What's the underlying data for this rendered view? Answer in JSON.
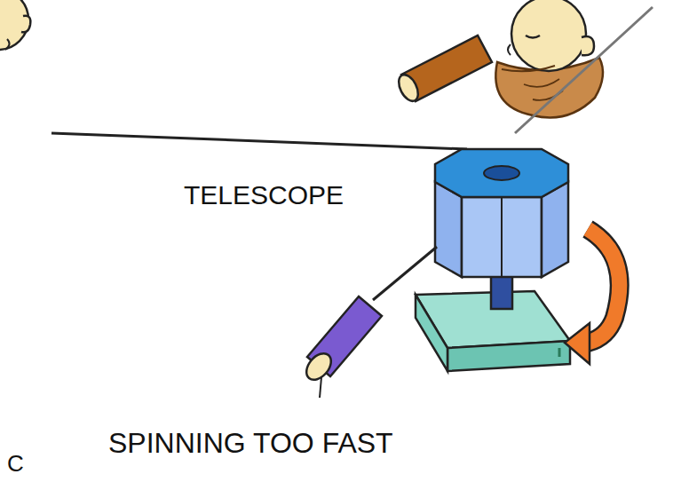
{
  "diagram": {
    "labels": [
      "TELESCOPE",
      "SPINNING TOO FAST",
      "C"
    ]
  }
}
